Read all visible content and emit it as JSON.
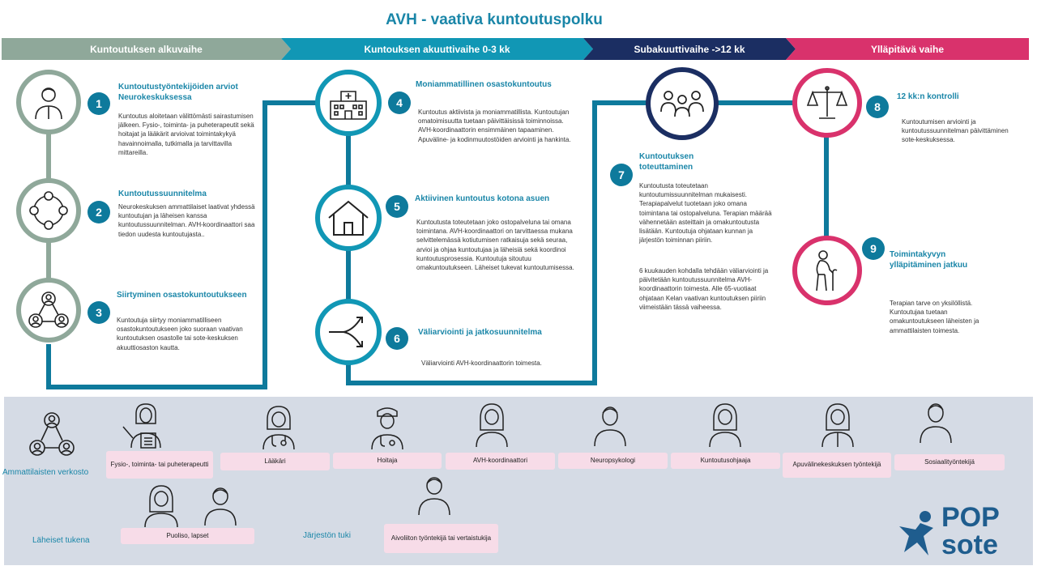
{
  "title": "AVH - vaativa kuntoutuspolku",
  "phases": [
    {
      "label": "Kuntoutuksen alkuvaihe",
      "color": "#8fa89a"
    },
    {
      "label": "Kuntouksen akuuttivaihe 0-3 kk",
      "color": "#1197b5"
    },
    {
      "label": "Subakuuttivaihe ->12 kk",
      "color": "#1b2e62"
    },
    {
      "label": "Ylläpitävä vaihe",
      "color": "#d9326c"
    }
  ],
  "colors": {
    "line": "#0e7a9c",
    "accent": "#1a86a8",
    "pink": "#d9326c",
    "navy": "#1b2e62",
    "sage": "#8fa89a",
    "band": "#d5dbe5",
    "label": "#f7dce8"
  },
  "steps": [
    {
      "num": "1",
      "title": "Kuntoutustyöntekijöiden  arviot Neurokeskuksessa",
      "text": "Kuntoutus aloitetaan välittömästi sairastumisen jälkeen. Fysio-, toiminta- ja puheterapeutit sekä hoitajat ja lääkärit arvioivat toimintakykyä havainnoimalla, tutkimalla ja tarvittavilla mittareilla."
    },
    {
      "num": "2",
      "title": "Kuntoutussuunnitelma",
      "text": "Neurokeskuksen ammattilaiset laativat yhdessä kuntoutujan ja läheisen kanssa kuntoutussuunnitelman. AVH-koordinaattori saa tiedon uudesta kuntoutujasta.."
    },
    {
      "num": "3",
      "title": "Siirtyminen  osastokuntoutukseen",
      "text": "Kuntoutuja siirtyy moniammatilliseen osastokuntoutukseen joko suoraan vaativan kuntoutuksen osastolle tai sote-keskuksen akuuttiosaston kautta."
    },
    {
      "num": "4",
      "title": "Moniammatillinen  osastokuntoutus",
      "text": "Kuntoutus aktiivista ja moniammatillista. Kuntoutujan omatoimisuutta tuetaan päivittäisissä toiminnoissa. AVH-koordinaattorin ensimmäinen tapaaminen. Apuväline- ja kodinmuutostöiden arviointi ja hankinta."
    },
    {
      "num": "5",
      "title": "Aktiivinen  kuntoutus  kotona  asuen",
      "text": "Kuntoutusta toteutetaan joko ostopalveluna tai omana toimintana. AVH-koordinaattori on tarvittaessa mukana selvittelemässä kotiutumisen ratkaisuja sekä seuraa, arvioi ja ohjaa kuntoutujaa ja läheisiä sekä koordinoi kuntoutusprosessia. Kuntoutuja sitoutuu omakuntoutukseen. Läheiset tukevat kuntoutumisessa."
    },
    {
      "num": "6",
      "title": "Väliarviointi  ja jatkosuunnitelma",
      "text": "Väliarviointi AVH-koordinaattorin toimesta."
    },
    {
      "num": "7",
      "title": "Kuntoutuksen toteuttaminen",
      "text": "Kuntoutusta toteutetaan kuntoutumissuunnitelman mukaisesti. Terapiapalvelut tuotetaan joko omana toimintana tai ostopalveluna. Terapian määrää vähennetään asteittain ja omakuntoutusta lisätään. Kuntoutuja ohjataan kunnan ja järjestön toiminnan piiriin.",
      "text2": "6 kuukauden kohdalla tehdään väliarviointi ja päivitetään kuntoutussuunnitelma AVH-koordinaattorin toimesta. Alle 65-vuotiaat ohjataan Kelan vaativan kuntoutuksen piiriin viimeistään tässä vaiheessa."
    },
    {
      "num": "8",
      "title": "12 kk:n kontrolli",
      "text": "Kuntoutumisen arviointi ja kuntoutussuunnitelman päivittäminen sote-keskuksessa."
    },
    {
      "num": "9",
      "title": "Toimintakyvyn ylläpitäminen  jatkuu",
      "text": "Terapian tarve on yksilöllistä. Kuntoutujaa tuetaan omakuntoutukseen läheisten ja ammattilaisten toimesta."
    }
  ],
  "network": {
    "heading": "Ammattilaisten verkosto",
    "professionals": [
      "Fysio-, toiminta- tai puheterapeutti",
      "Lääkäri",
      "Hoitaja",
      "AVH-koordinaattori",
      "Neuropsykologi",
      "Kuntoutusohjaaja",
      "Apuvälinekeskuksen työntekijä",
      "Sosiaalityöntekijä"
    ],
    "relatives_heading": "Läheiset  tukena",
    "relatives_label": "Puoliso, lapset",
    "org_heading": "Järjestön tuki",
    "org_label": "Aivoliiton työntekijä tai vertaistukija"
  },
  "logo": {
    "line1": "POP",
    "line2": "sote"
  }
}
